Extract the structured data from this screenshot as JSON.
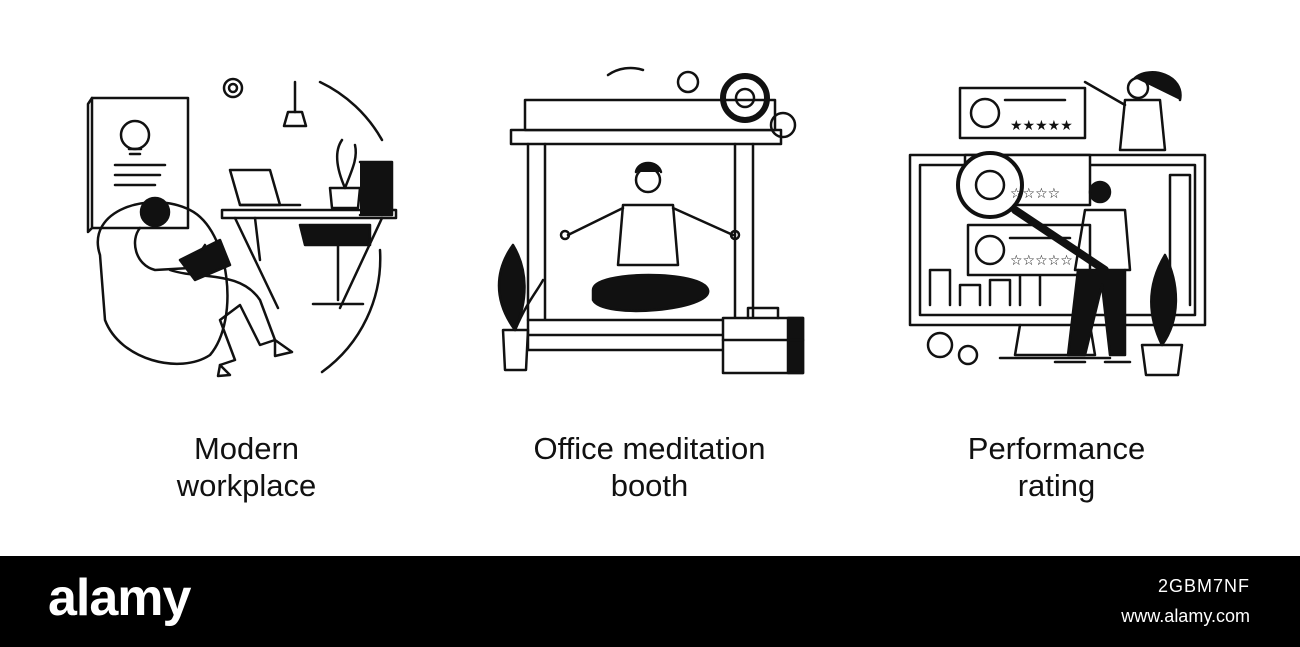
{
  "panels": [
    {
      "caption_line1": "Modern",
      "caption_line2": "workplace"
    },
    {
      "caption_line1": "Office meditation",
      "caption_line2": "booth"
    },
    {
      "caption_line1": "Performance",
      "caption_line2": "rating"
    }
  ],
  "footer": {
    "logo": "alamy",
    "image_id": "2GBM7NF",
    "site": "www.alamy.com"
  },
  "colors": {
    "background": "#ffffff",
    "footer": "#000000",
    "ink": "#111111"
  }
}
